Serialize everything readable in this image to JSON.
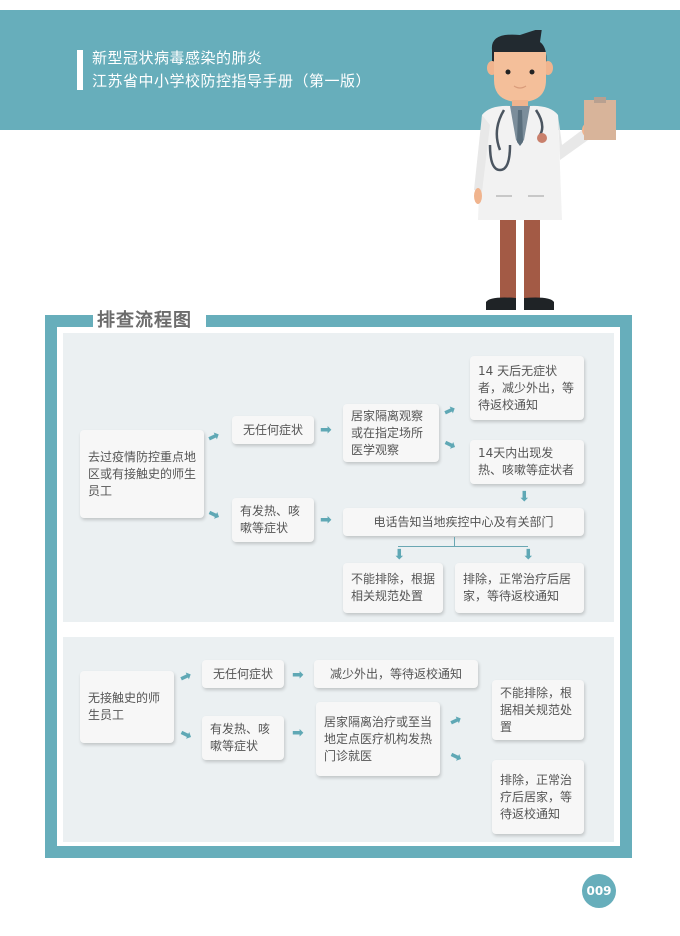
{
  "header": {
    "title_line1": "新型冠状病毒感染的肺炎",
    "title_line2": "江苏省中小学校防控指导手册（第一版）"
  },
  "frame": {
    "title": "排查流程图"
  },
  "flow_top": {
    "start": "去过疫情防控重点地区或有接触史的师生员工",
    "no_symptoms": "无任何症状",
    "has_symptoms": "有发热、咳嗽等症状",
    "home_observation": "居家隔离观察或在指定场所医学观察",
    "after_14_days": "14 天后无症状者，减少外出，等待返校通知",
    "within_14_days": "14天内出现发热、咳嗽等症状者",
    "notify_cdc": "电话告知当地疾控中心及有关部门",
    "cannot_exclude": "不能排除，根据相关规范处置",
    "excluded": "排除，正常治疗后居家，等待返校通知"
  },
  "flow_bottom": {
    "start": "无接触史的师生员工",
    "no_symptoms": "无任何症状",
    "has_symptoms": "有发热、咳嗽等症状",
    "reduce_outings": "减少外出，等待返校通知",
    "home_treatment": "居家隔离治疗或至当地定点医疗机构发热门诊就医",
    "cannot_exclude": "不能排除，根据相关规范处置",
    "excluded": "排除，正常治疗后居家，等待返校通知"
  },
  "arrow_glyph": "➡",
  "footer": {
    "page_number": "009"
  },
  "colors": {
    "accent": "#67aebb",
    "panel_bg": "#ebf0f2",
    "box_bg": "#f7f7f7",
    "text": "#555555"
  }
}
